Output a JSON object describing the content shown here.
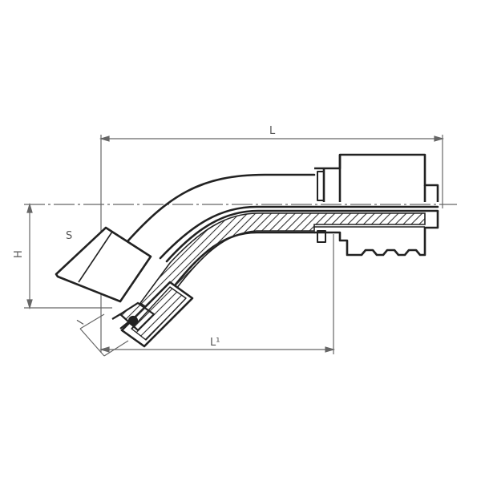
{
  "labels": {
    "L": "L",
    "S": "S",
    "H": "H",
    "I": "I",
    "L1": "L¹"
  },
  "colors": {
    "outline": "#222222",
    "dimension": "#666666",
    "hatch": "#333333",
    "background": "#ffffff"
  }
}
